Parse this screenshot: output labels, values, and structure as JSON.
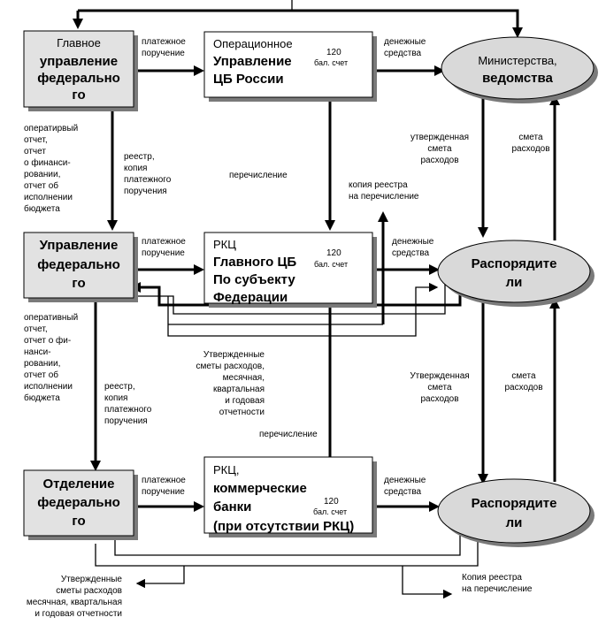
{
  "boxes": {
    "gu": {
      "lines": [
        "Главное",
        "управление",
        "федерально",
        "го"
      ]
    },
    "ou": {
      "lines": [
        "Операционное",
        "Управление",
        "ЦБ России"
      ],
      "note_num": "120",
      "note_text": "бал. счет"
    },
    "uf": {
      "lines": [
        "Управление",
        "федерально",
        "го"
      ]
    },
    "rkc1": {
      "lines": [
        "РКЦ",
        "Главного ЦБ",
        "По субъекту",
        "Федерации"
      ],
      "note_num": "120",
      "note_text": "бал. счет"
    },
    "of": {
      "lines": [
        "Отделение",
        "федерально",
        "го"
      ]
    },
    "rkc2": {
      "lines": [
        "РКЦ,",
        "коммерческие",
        "банки",
        "(при отсутствии РКЦ)"
      ],
      "note_num": "120",
      "note_text": "бал. счет"
    }
  },
  "ellipses": {
    "min": {
      "lines": [
        "Министерства,",
        "ведомства"
      ]
    },
    "rasp1": {
      "lines": [
        "Распорядите",
        "ли"
      ]
    },
    "rasp2": {
      "lines": [
        "Распорядите",
        "ли"
      ]
    }
  },
  "labels": {
    "pp1": [
      "платежное",
      "поручение"
    ],
    "ds1": [
      "денежные",
      "средства"
    ],
    "otchet1": [
      "оператирвый",
      "отчет,",
      "отчет",
      "о финанси-",
      "ровании,",
      "отчет об",
      "исполнении",
      "бюджета"
    ],
    "reestr1": [
      "реестр,",
      "копия",
      "платежного",
      "поручения"
    ],
    "perechislenie1": "перечисление",
    "kopiya_reestra1": [
      "копия реестра",
      "на перечисление"
    ],
    "utv_smeta1": [
      "утвержденная",
      "смета",
      "расходов"
    ],
    "smeta1": [
      "смета",
      "расходов"
    ],
    "pp2": [
      "платежное",
      "поручение"
    ],
    "ds2": [
      "денежные",
      "средства"
    ],
    "otchet2": [
      "оперативный",
      "отчет,",
      "отчет о фи-",
      "нанси-",
      "ровании,",
      "отчет об",
      "исполнении",
      "бюджета"
    ],
    "reestr2": [
      "реестр,",
      "копия",
      "платежного",
      "поручения"
    ],
    "utv_smety_mid": [
      "Утвержденные",
      "сметы расходов,",
      "месячная,",
      "квартальная",
      "и годовая",
      "отчетности"
    ],
    "perechislenie2": "перечисление",
    "utv_smeta2": [
      "Утвержденная",
      "смета",
      "расходов"
    ],
    "smeta2": [
      "смета",
      "расходов"
    ],
    "pp3": [
      "платежное",
      "поручение"
    ],
    "ds3": [
      "денежные",
      "средства"
    ],
    "utv_smety_bottom": [
      "Утвержденные",
      "сметы расходов",
      "месячная, квартальная",
      "и годовая отчетности"
    ],
    "kopiya_reestra2": [
      "Копия реестра",
      "на перечисление"
    ]
  }
}
